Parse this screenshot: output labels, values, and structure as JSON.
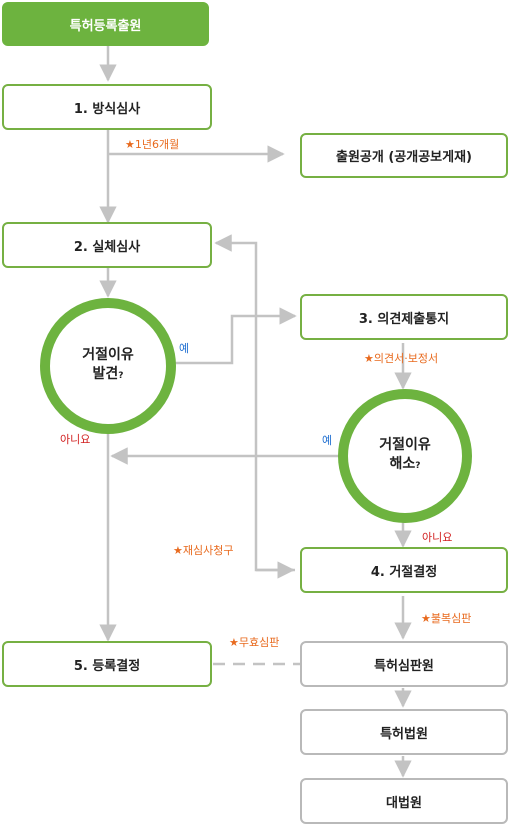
{
  "nodes": {
    "start": "특허등록출원",
    "formal_exam": "1. 방식심사",
    "publication": "출원공개 (공개공보게재)",
    "substantive_exam": "2. 실체심사",
    "notice": "3. 의견제출통지",
    "rejection": "4. 거절결정",
    "registration": "5. 등록결정",
    "ip_tribunal": "특허심판원",
    "patent_court": "특허법원",
    "supreme_court": "대법원"
  },
  "decisions": {
    "found_line1": "거절이유",
    "found_line2": "발견",
    "resolved_line1": "거절이유",
    "resolved_line2": "해소",
    "question_mark": "?"
  },
  "labels": {
    "star": "★",
    "eighteen_months": "1년6개월",
    "yes_found": "예",
    "no_found": "아니요",
    "opinion": "의견서·보정서",
    "yes_resolved": "예",
    "no_resolved": "아니요",
    "reexam": "재심사청구",
    "appeal": "불복심판",
    "invalidation": "무효심판"
  },
  "colors": {
    "green": "#6db33f",
    "gray_border": "#b9b9b9",
    "arrow": "#c3c3c3",
    "orange": "#e86a1e",
    "blue": "#1f6fd1",
    "red": "#d11f1f"
  }
}
